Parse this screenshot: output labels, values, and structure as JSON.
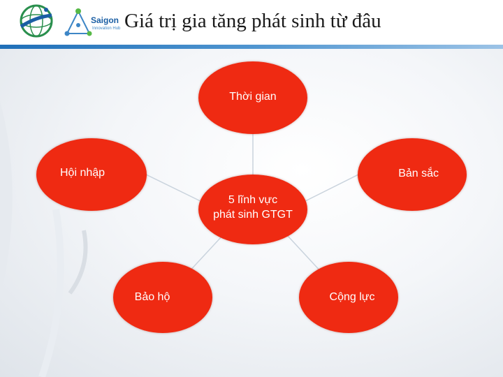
{
  "header": {
    "title": "Giá trị gia tăng phát sinh từ đâu",
    "logo_name": "Saigon",
    "logo_subtitle": "Innovation Hub"
  },
  "diagram": {
    "center": {
      "label_line1": "5 lĩnh vực",
      "label_line2": "phát sinh GTGT"
    },
    "nodes": {
      "top": "Thời gian",
      "left": "Hội nhập",
      "right": "Bản sắc",
      "bottom_left": "Bảo hộ",
      "bottom_right": "Cộng lực"
    }
  },
  "colors": {
    "node_fill": "#ef2a12",
    "node_text": "#ffffff",
    "connector": "#c9d3dd",
    "accent_rule": "#1f6fb8"
  }
}
